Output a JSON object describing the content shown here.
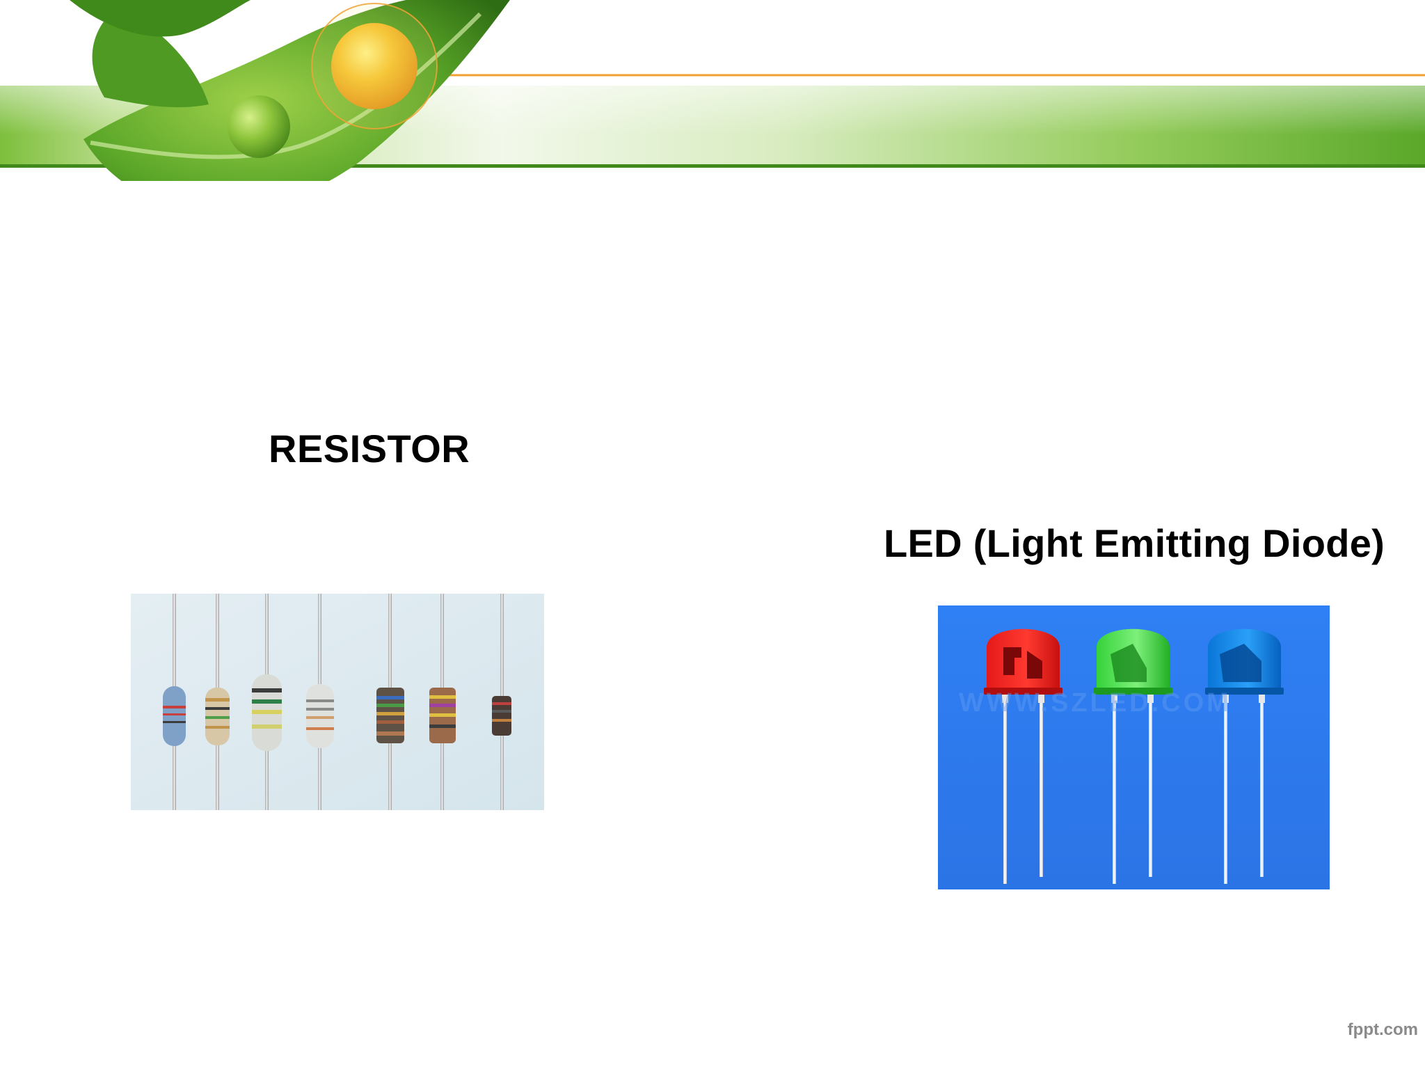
{
  "slide": {
    "labels": {
      "resistor": "RESISTOR",
      "led": "LED (Light Emitting Diode)"
    },
    "footer": {
      "brand": "fppt.com"
    }
  },
  "colors": {
    "band_green": "#5aa82a",
    "accent_orange": "#f0a030",
    "text": "#000000",
    "led_background": "#2f7bf0"
  }
}
